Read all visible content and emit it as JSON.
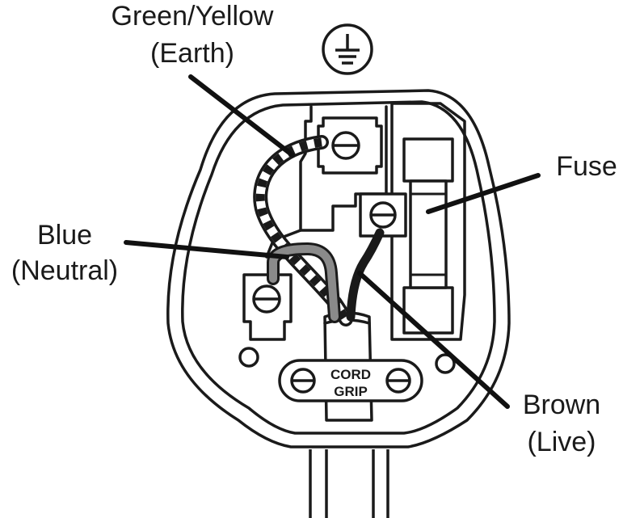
{
  "labels": {
    "earth_line1": "Green/Yellow",
    "earth_line2": "(Earth)",
    "fuse": "Fuse",
    "neutral_line1": "Blue",
    "neutral_line2": "(Neutral)",
    "live_line1": "Brown",
    "live_line2": "(Live)",
    "grip_line1": "CORD",
    "grip_line2": "GRIP"
  },
  "icons": {
    "earth_symbol": "earth-ground-icon",
    "screw": "slotted-screw-icon"
  },
  "colors": {
    "ink": "#1a1a1a",
    "background": "#ffffff",
    "neutral_wire": "#8a8a8a",
    "live_wire": "#1a1a1a"
  }
}
